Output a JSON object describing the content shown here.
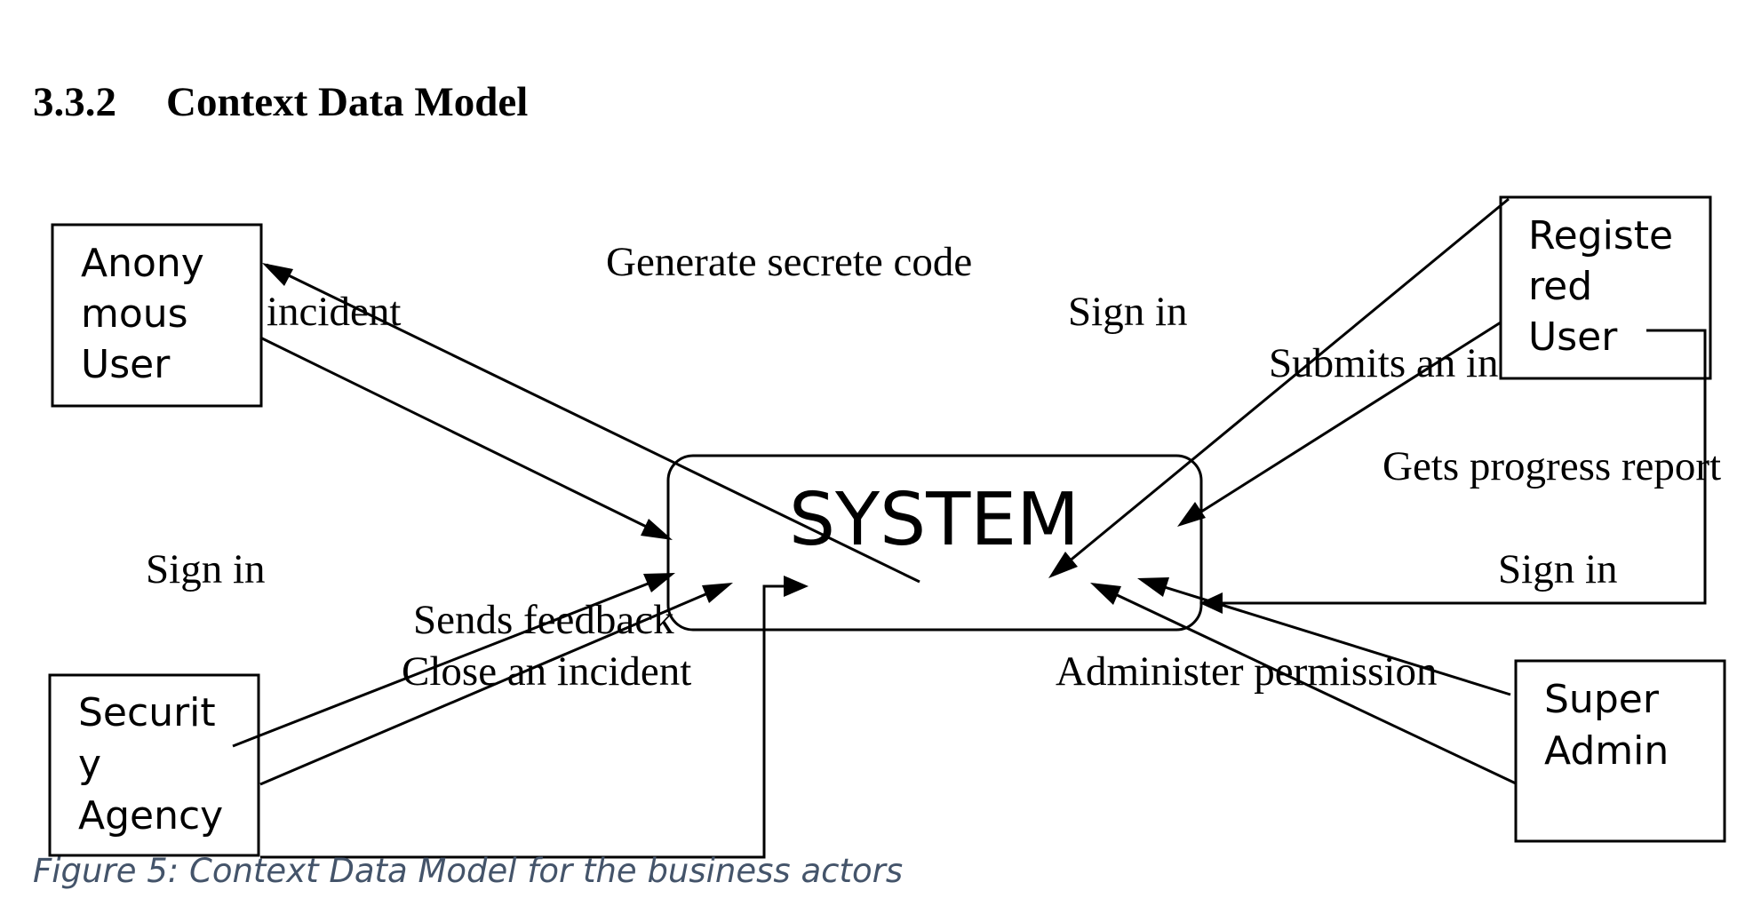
{
  "section": {
    "number": "3.3.2",
    "title": "Context Data Model"
  },
  "system": {
    "label": "SYSTEM"
  },
  "actors": {
    "anonymous": {
      "lines": [
        "Anony",
        "mous",
        "User"
      ]
    },
    "registered": {
      "lines": [
        "Registe",
        "red",
        "User"
      ]
    },
    "security": {
      "lines": [
        "Securit",
        "y",
        "Agency"
      ]
    },
    "super_admin": {
      "lines": [
        "Super",
        "Admin"
      ]
    }
  },
  "flows": {
    "generate_code": "Generate secrete code",
    "anon_incident": "incident",
    "sign_in_registered": "Sign in",
    "submits_incident": "Submits an in",
    "progress_report": "Gets progress report",
    "sign_in_right": "Sign in",
    "sign_in_left": "Sign in",
    "sends_feedback": "Sends feedback",
    "close_incident": "Close an incident",
    "administer_permission": "Administer permission"
  },
  "caption": "Figure 5: Context Data Model for the business actors"
}
